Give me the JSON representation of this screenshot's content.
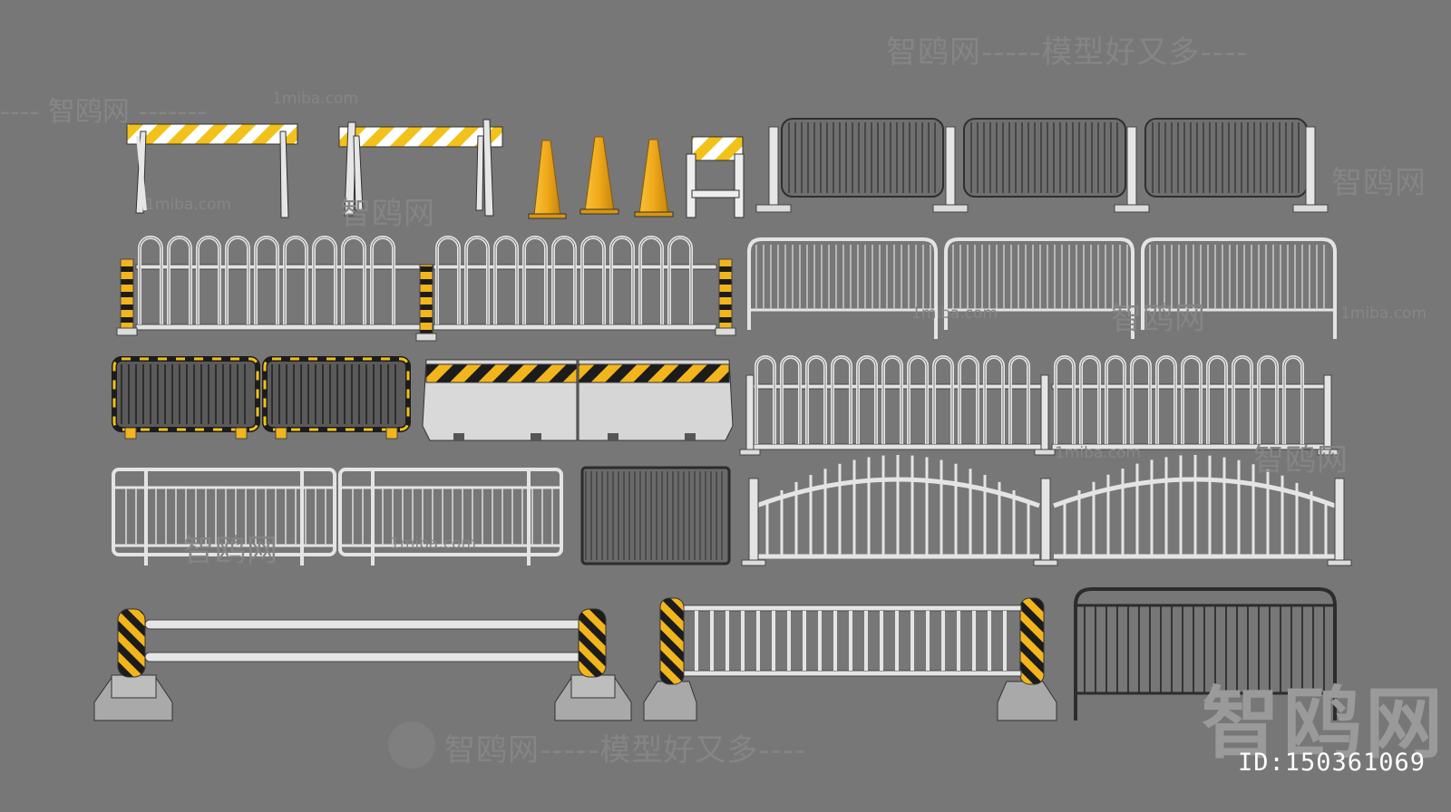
{
  "watermarks": {
    "top": "智鸥网-----模型好又多----",
    "bottom": "智鸥网-----模型好又多----",
    "small_cn": "智鸥网",
    "small_dash_cn": "---- 智鸥网 -------",
    "site": "1miba.com"
  },
  "brand": {
    "logo_text": "智鸥网",
    "id_text": "ID:150361069"
  },
  "colors": {
    "background": "#777777",
    "rail": "#e4e4e4",
    "rail_dark": "#3f3f3f",
    "hazard_yellow": "#f2b51c",
    "stripe_black": "#1c1c1c",
    "cone_orange": "#f0a81a",
    "concrete": "#d9d9d9",
    "base_gray": "#a9a9a9"
  },
  "icons": [
    "seagull-logo-icon"
  ],
  "objects": [
    "a-frame-barricade-1",
    "a-frame-barricade-2",
    "traffic-cone-1",
    "traffic-cone-2",
    "traffic-cone-3",
    "sawhorse-barricade",
    "mesh-fence-panel-row",
    "arched-fence-row-1",
    "crowd-barrier-row-1",
    "yellow-edge-barrier-row",
    "concrete-jersey-barrier-row",
    "arched-fence-row-2",
    "frame-rail-row",
    "mesh-panel",
    "bow-top-fence-row",
    "bollard-twin-rail",
    "bollard-fence",
    "crowd-barrier-single"
  ]
}
